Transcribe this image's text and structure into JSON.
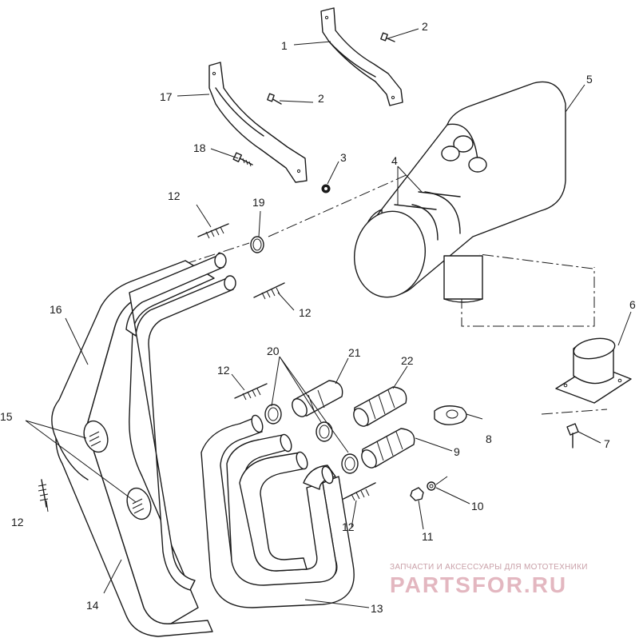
{
  "diagram": {
    "callouts": [
      {
        "id": "c1",
        "label": "1"
      },
      {
        "id": "c2a",
        "label": "2"
      },
      {
        "id": "c2b",
        "label": "2"
      },
      {
        "id": "c3",
        "label": "3"
      },
      {
        "id": "c4",
        "label": "4"
      },
      {
        "id": "c5",
        "label": "5"
      },
      {
        "id": "c6",
        "label": "6"
      },
      {
        "id": "c7",
        "label": "7"
      },
      {
        "id": "c8",
        "label": "8"
      },
      {
        "id": "c9",
        "label": "9"
      },
      {
        "id": "c10",
        "label": "10"
      },
      {
        "id": "c11",
        "label": "11"
      },
      {
        "id": "c12a",
        "label": "12"
      },
      {
        "id": "c12b",
        "label": "12"
      },
      {
        "id": "c12c",
        "label": "12"
      },
      {
        "id": "c12d",
        "label": "12"
      },
      {
        "id": "c12e",
        "label": "12"
      },
      {
        "id": "c13",
        "label": "13"
      },
      {
        "id": "c14",
        "label": "14"
      },
      {
        "id": "c15",
        "label": "15"
      },
      {
        "id": "c16",
        "label": "16"
      },
      {
        "id": "c17",
        "label": "17"
      },
      {
        "id": "c18",
        "label": "18"
      },
      {
        "id": "c19",
        "label": "19"
      },
      {
        "id": "c20",
        "label": "20"
      },
      {
        "id": "c21",
        "label": "21"
      },
      {
        "id": "c22",
        "label": "22"
      }
    ]
  },
  "watermark": {
    "caption": "ЗАПЧАСТИ И АКСЕССУАРЫ ДЛЯ МОТОТЕХНИКИ",
    "brand": "PARTSFOR.RU",
    "color": "#e3b7c0"
  }
}
